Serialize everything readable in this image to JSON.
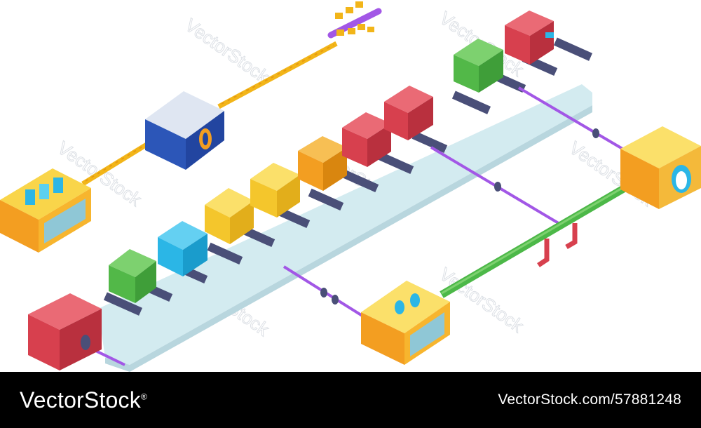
{
  "watermark": {
    "text": "VectorStock"
  },
  "footer": {
    "brand": "VectorStock",
    "registered_mark": "®",
    "credit": "VectorStock.com/57881248"
  },
  "colors": {
    "belt": "#d3ebf0",
    "roller": "#4a4f78",
    "red_box": "#d7404e",
    "green_box": "#52b848",
    "yellow_box": "#f4c62c",
    "orange_box": "#f39e21",
    "cyan_box": "#2bb6e6",
    "blue_box": "#2c56b8",
    "purple_cable": "#a257e6",
    "green_pipe": "#4cb848",
    "orange_chain": "#f2b519",
    "footer_bg": "#000000"
  },
  "icons": [
    "conveyor-belt",
    "box",
    "sensor-machine",
    "control-panel",
    "motor",
    "cable",
    "pipe",
    "chain",
    "gear"
  ],
  "illustration": {
    "box_sequence": [
      "green",
      "cyan",
      "yellow",
      "yellow",
      "orange",
      "red",
      "red",
      "green",
      "red"
    ]
  }
}
